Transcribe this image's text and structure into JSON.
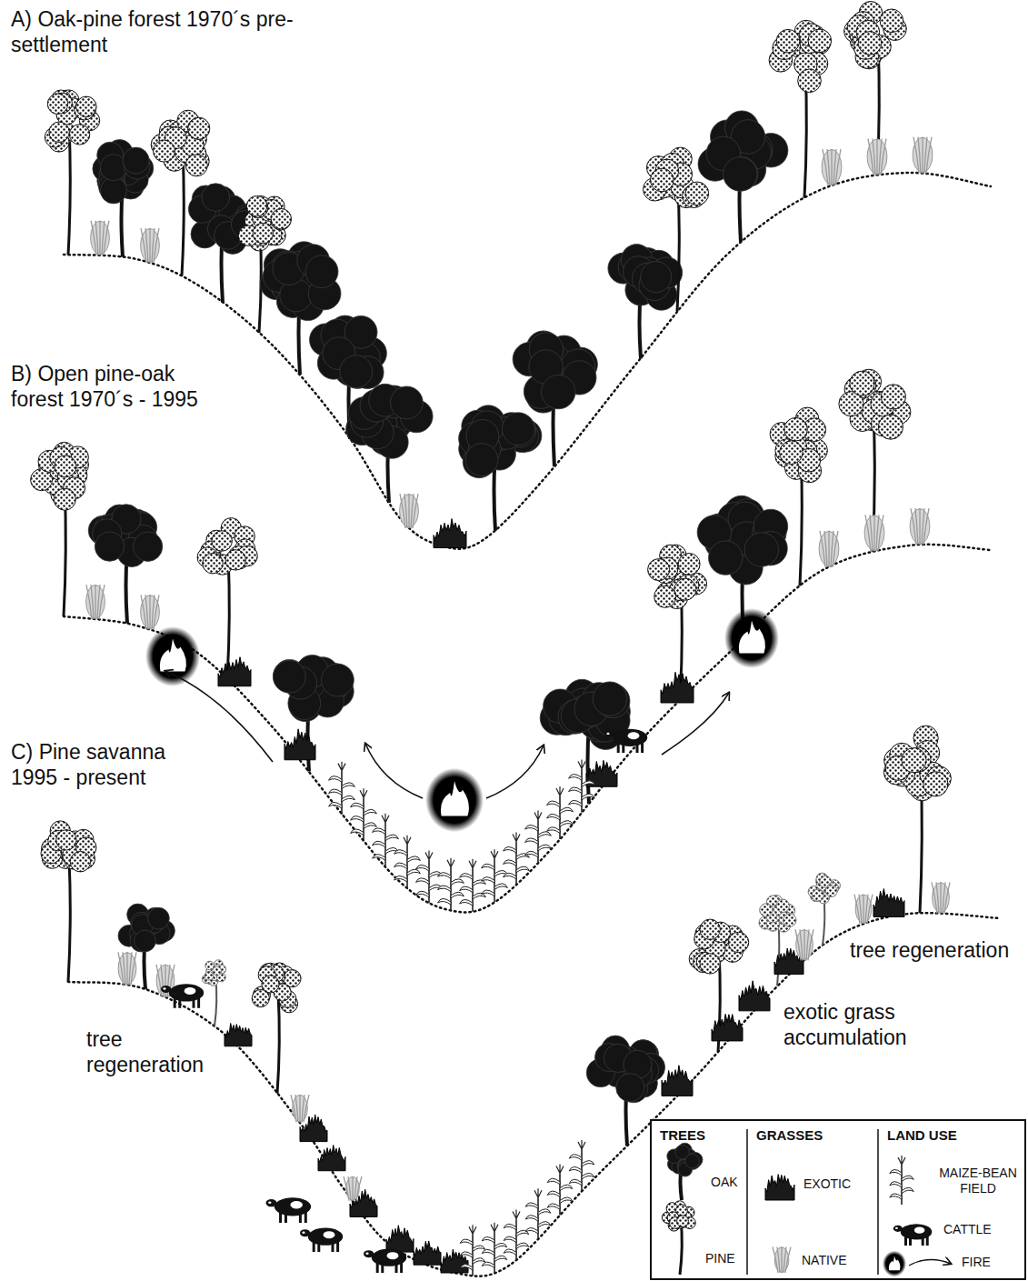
{
  "diagram": {
    "labels": [
      "A) Oak-pine forest 1970´s pre-settlement",
      "B) Open pine-oak forest 1970´s - 1995",
      "C) Pine savanna 1995 - present",
      "tree regeneration",
      "exotic grass accumulation",
      "tree regeneration",
      "TREES",
      "GRASSES",
      "LAND USE"
    ],
    "legend": [
      {
        "text": "OAK"
      },
      {
        "text": "PINE"
      },
      {
        "text": "EXOTIC"
      },
      {
        "text": "NATIVE"
      },
      {
        "text": "MAIZE-BEAN FIELD"
      },
      {
        "text": "CATTLE"
      },
      {
        "text": "FIRE"
      }
    ]
  }
}
